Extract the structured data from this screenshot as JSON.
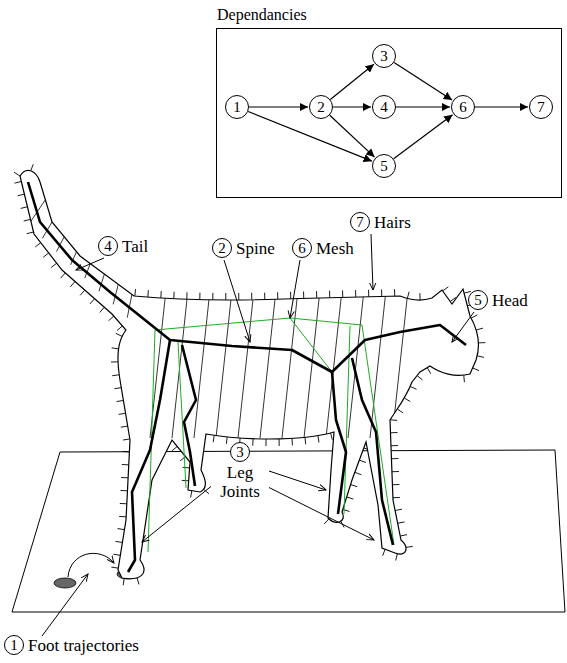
{
  "diagram": {
    "nodes": [
      {
        "text": [
          "Dependancies"
        ]
      },
      {
        "text": [
          "1"
        ],
        "in": 0
      },
      {
        "text": [
          "2"
        ],
        "in": 0
      },
      {
        "text": [
          "3"
        ],
        "in": 0
      },
      {
        "text": [
          "4"
        ],
        "in": 0
      },
      {
        "text": [
          "5"
        ],
        "in": 0
      },
      {
        "text": [
          "6"
        ],
        "in": 0
      },
      {
        "text": [
          "7"
        ],
        "in": 0
      },
      {
        "text": [
          "7",
          "Hairs"
        ]
      },
      {
        "text": [
          "4",
          "Tail"
        ]
      },
      {
        "text": [
          "2",
          "Spine"
        ]
      },
      {
        "text": [
          "6",
          "Mesh"
        ]
      },
      {
        "text": [
          "5",
          "Head"
        ]
      },
      {
        "text": [
          "3",
          "Leg Joints"
        ]
      },
      {
        "text": [
          "1",
          "Foot trajectories"
        ]
      }
    ],
    "edges": [
      {
        "from": 1,
        "to": 2,
        "arrow": "to"
      },
      {
        "from": 1,
        "to": 5,
        "arrow": "to"
      },
      {
        "from": 2,
        "to": 3,
        "arrow": "to"
      },
      {
        "from": 2,
        "to": 4,
        "arrow": "to"
      },
      {
        "from": 2,
        "to": 5,
        "arrow": "to"
      },
      {
        "from": 3,
        "to": 6,
        "arrow": "to"
      },
      {
        "from": 4,
        "to": 6,
        "arrow": "to"
      },
      {
        "from": 5,
        "to": 6,
        "arrow": "to"
      },
      {
        "from": 6,
        "to": 7,
        "arrow": "to"
      }
    ]
  }
}
